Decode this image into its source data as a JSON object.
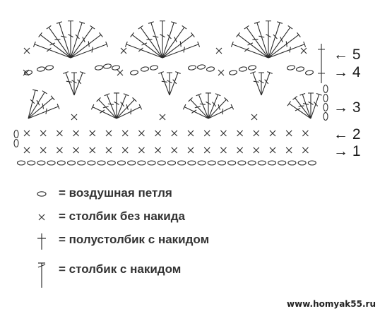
{
  "rows": [
    {
      "label": "1",
      "arrow": "→"
    },
    {
      "label": "2",
      "arrow": "←"
    },
    {
      "label": "3",
      "arrow": "→"
    },
    {
      "label": "4",
      "arrow": "→"
    },
    {
      "label": "5",
      "arrow": "←"
    }
  ],
  "legend": [
    {
      "symbol": "chain-stitch",
      "text": "= воздушная петля"
    },
    {
      "symbol": "single-crochet",
      "text": "= столбик без накида"
    },
    {
      "symbol": "half-double-crochet",
      "text": "= полустолбик с накидом"
    },
    {
      "symbol": "double-crochet",
      "text": "= столбик с накидом"
    }
  ],
  "site": "www.homyak55.ru"
}
